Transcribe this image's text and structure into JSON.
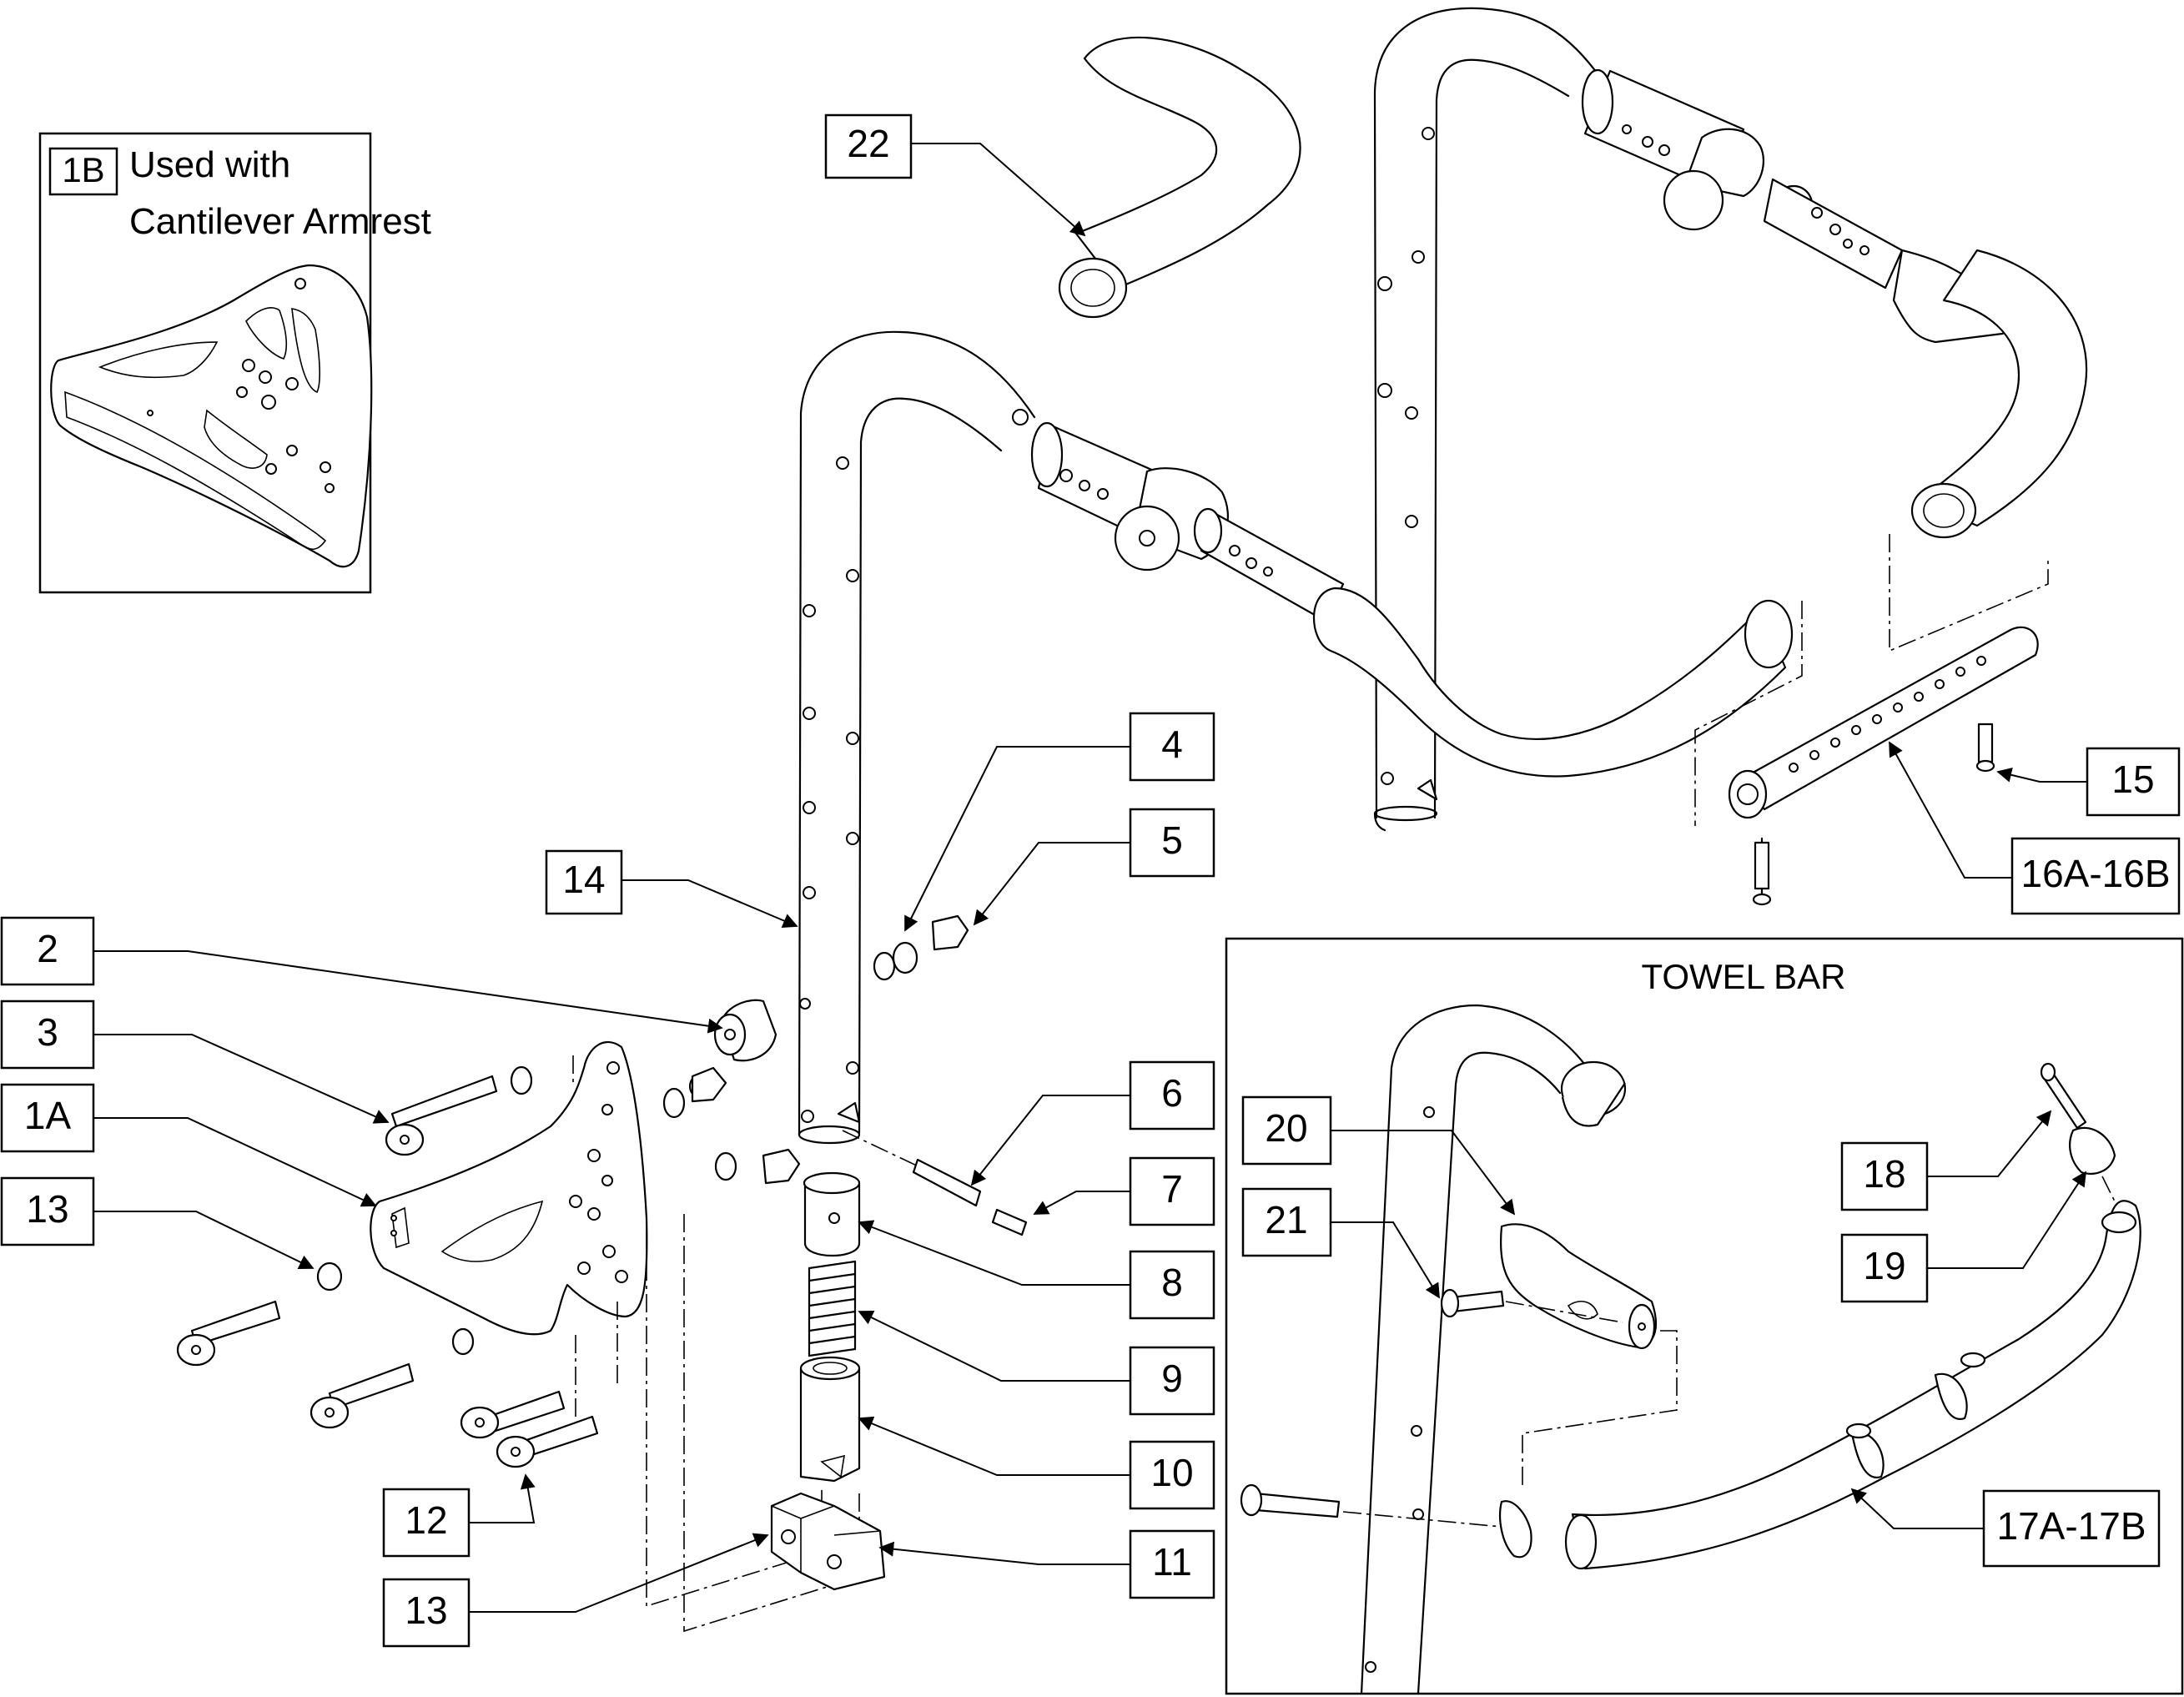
{
  "inset": {
    "badge": "1B",
    "caption_line1": "Used with",
    "caption_line2": "Cantilever Armrest"
  },
  "towel_bar": {
    "title": "TOWEL BAR"
  },
  "callouts": {
    "c22": "22",
    "c4": "4",
    "c5": "5",
    "c14": "14",
    "c2": "2",
    "c3": "3",
    "c1A": "1A",
    "c13a": "13",
    "c6": "6",
    "c7": "7",
    "c8": "8",
    "c9": "9",
    "c10": "10",
    "c11": "11",
    "c12": "12",
    "c13b": "13",
    "c15": "15",
    "c16": "16A-16B",
    "c20": "20",
    "c21": "21",
    "c18": "18",
    "c19": "19",
    "c17": "17A-17B"
  }
}
